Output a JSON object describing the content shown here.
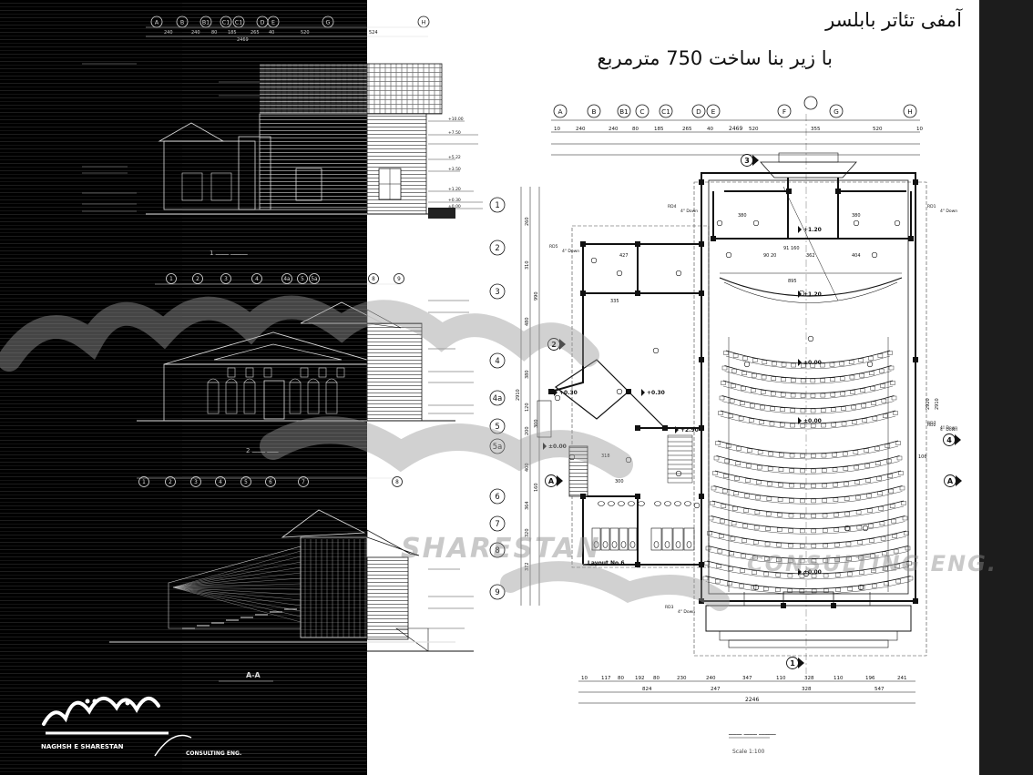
{
  "title": {
    "line1": "آمفی تئاتر بابلسر",
    "line2": "با زیر بنا ساخت 750 مترمربع"
  },
  "logo": {
    "latin": "NAGHSH E SHARESTAN",
    "sub": "CONSULTING ENG."
  },
  "plan": {
    "top_axes": [
      "A",
      "B",
      "B1",
      "C",
      "C1",
      "D",
      "E",
      "F",
      "G",
      "H"
    ],
    "top_dims": [
      "10",
      "240",
      "240",
      "80",
      "185",
      "265",
      "40",
      "520",
      "355",
      "520",
      "10"
    ],
    "top_total": "2469",
    "bottom_dims": [
      "10",
      "117",
      "80",
      "192",
      "80",
      "230",
      "240",
      "347",
      "110",
      "328",
      "110",
      "196",
      "241"
    ],
    "bottom_sub": [
      "824",
      "247",
      "328",
      "547"
    ],
    "bottom_total": "2246",
    "row_axes": [
      "1",
      "2",
      "3",
      "4",
      "4a",
      "5",
      "5a",
      "6",
      "7",
      "8",
      "9"
    ],
    "left_dims": [
      "260",
      "310",
      "480",
      "380",
      "120",
      "200",
      "400",
      "364",
      "320",
      "372"
    ],
    "left_sub": [
      "990",
      "300",
      "160"
    ],
    "left_total": "2910",
    "right_dims": [
      "2920",
      "2910",
      "106"
    ],
    "levels": [
      "+1.20",
      "+1.20",
      "+0.30",
      "+0.30",
      "±0.00",
      "±0.00",
      "±0.00",
      "+2.90",
      "±0.00"
    ],
    "room_dims": [
      "380",
      "380",
      "362",
      "404",
      "895",
      "427",
      "335",
      "318",
      "300",
      "90 20",
      "91 160"
    ],
    "drains": [
      "RD1",
      "RD2",
      "RD3",
      "RD4",
      "RD5",
      "RD7"
    ],
    "drain_note": "4\" Down",
    "layout": "Layout No.6",
    "section_marks": [
      "1",
      "2",
      "3",
      "4",
      "A",
      "A"
    ],
    "scale": "Scale 1:100"
  },
  "elevations": {
    "top_axes": [
      "A",
      "B",
      "B1",
      "C1",
      "C1",
      "D",
      "E",
      "G",
      "H"
    ],
    "top_dims": [
      "240",
      "240",
      "80",
      "185",
      "265",
      "40",
      "520",
      "524"
    ],
    "top_total": "2469",
    "mid_axes": [
      "1",
      "2",
      "3",
      "4",
      "4a",
      "5",
      "5a",
      "8",
      "9"
    ],
    "low_axes": [
      "1",
      "2",
      "3",
      "4",
      "5",
      "6",
      "7",
      "8"
    ],
    "levels": [
      "+10.00",
      "+7.50",
      "+5.22",
      "+3.50",
      "+1.20",
      "+0.30",
      "±0.00"
    ],
    "section_label": "A-A"
  },
  "style": {
    "dark_panel": "#000000",
    "right_strip": "#1c1c1c",
    "line_light": "#d8d8d8",
    "line_dark": "#111111",
    "watermark": "#9a9a9a"
  }
}
